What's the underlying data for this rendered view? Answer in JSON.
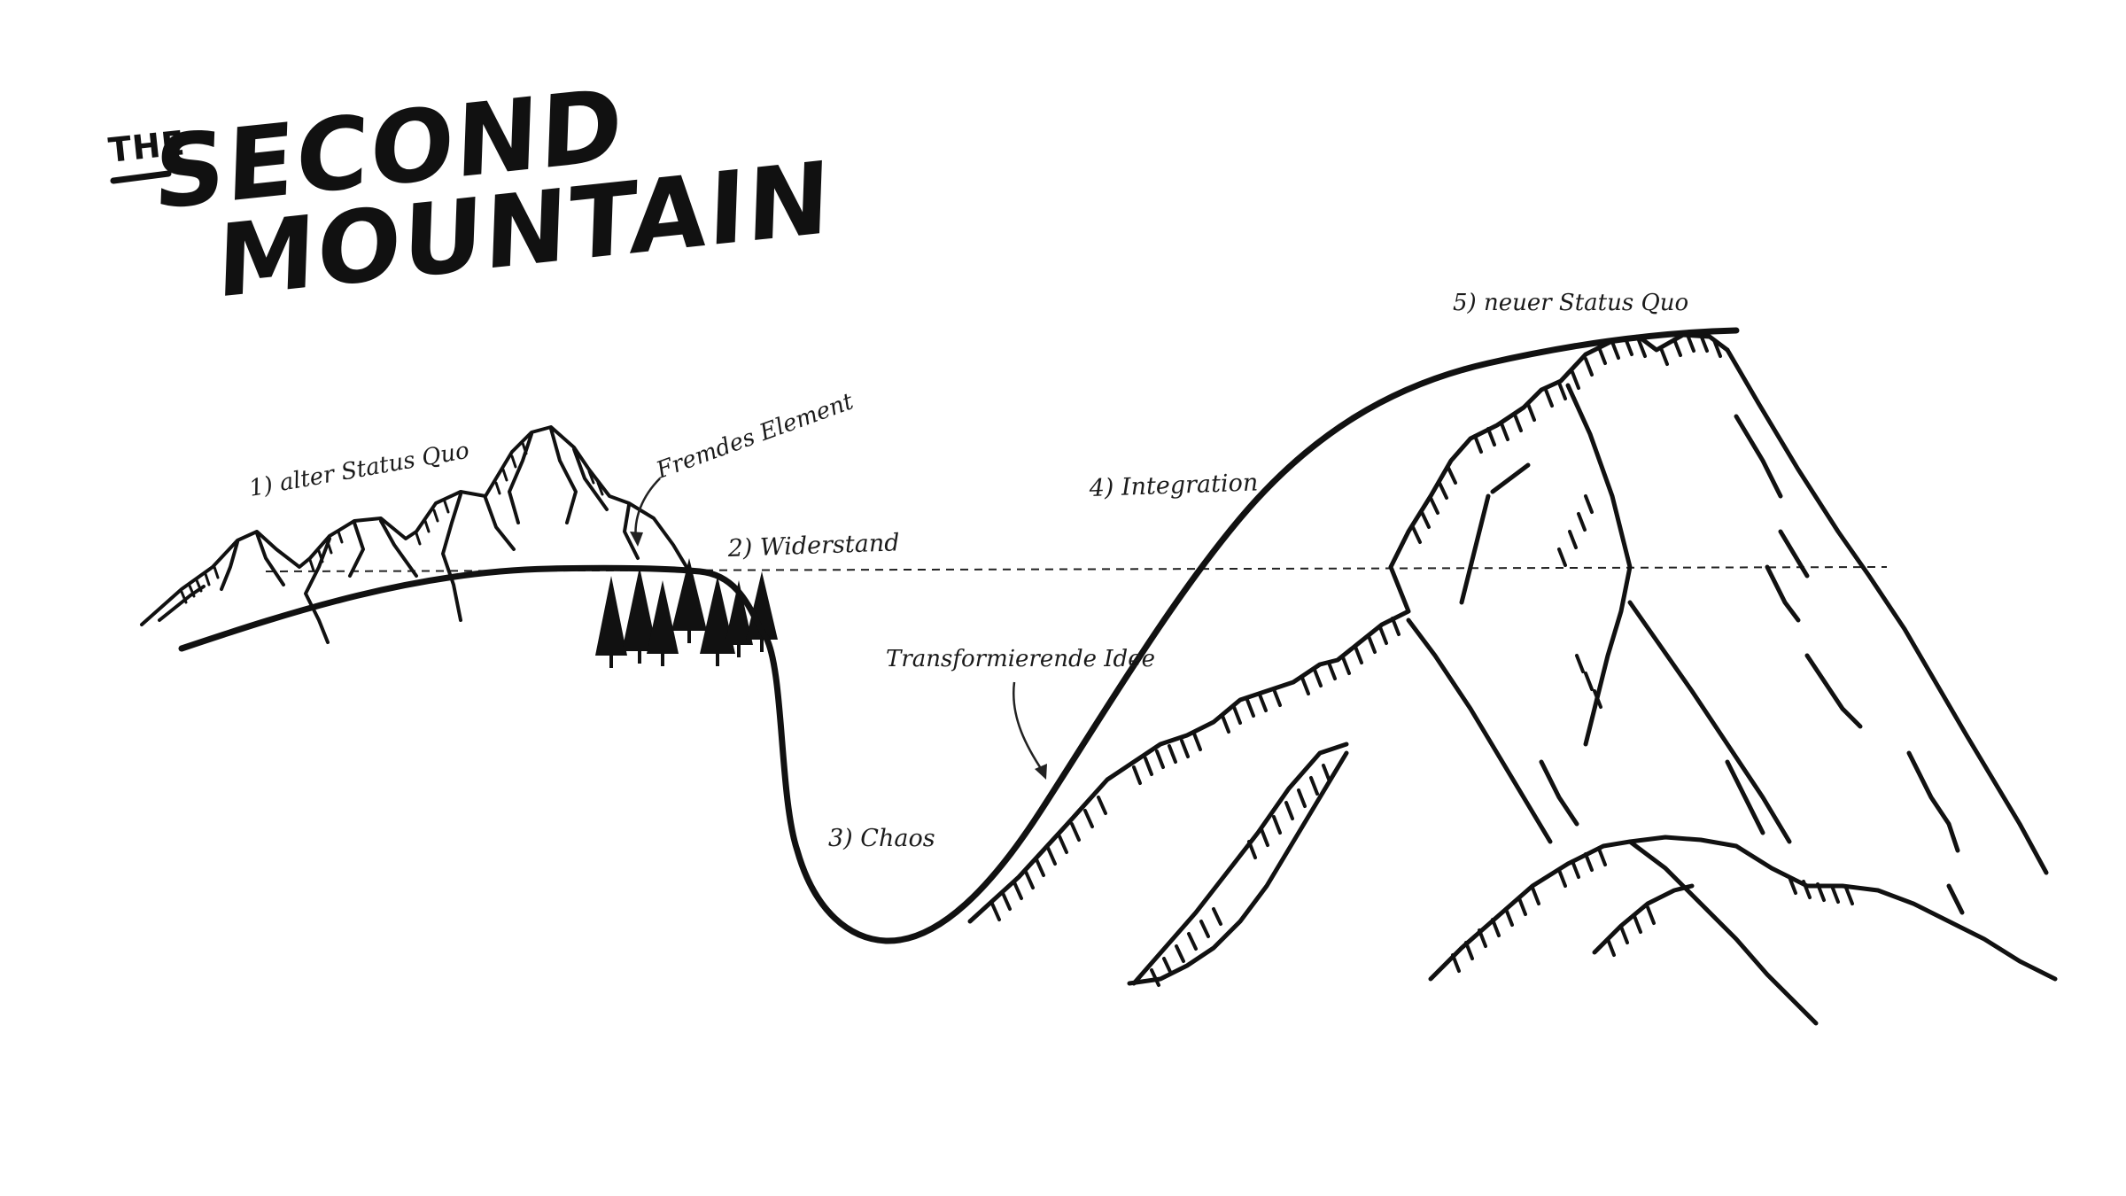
{
  "logo": {
    "the": "THE",
    "second": "SECOND",
    "mountain": "MOUNTAIN"
  },
  "labels": {
    "old_status_quo": "1) alter Status Quo",
    "foreign_element": "Fremdes Element",
    "resistance": "2) Widerstand",
    "chaos": "3) Chaos",
    "transforming_idea": "Transformierende Idee",
    "integration": "4) Integration",
    "new_status_quo": "5) neuer Status Quo"
  },
  "colors": {
    "ink": "#111111",
    "background": "#ffffff"
  }
}
